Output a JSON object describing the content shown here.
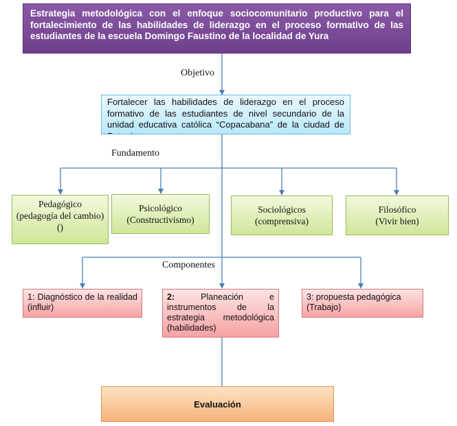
{
  "title": "Estrategia metodológica con el enfoque sociocomunitario productivo para el fortalecimiento de las habilidades de liderazgo en el proceso formativo de las estudiantes de la escuela Domingo Faustino de la localidad de Yura",
  "labels": {
    "objective": "Objetivo",
    "foundation": "Fundamento",
    "components": "Componentes"
  },
  "objective_text": "Fortalecer las habilidades de liderazgo en el proceso formativo de las estudiantes de nivel secundario de la unidad educativa católica “Copacabana” de la ciudad de Potosí",
  "foundations": [
    {
      "name": "Pedagógico",
      "detail": "(pedagogía del cambio)",
      "extra": "()"
    },
    {
      "name": "Psicológico",
      "detail": "(Constructivismo)"
    },
    {
      "name": "Sociológicos",
      "detail": "(comprensiva)"
    },
    {
      "name": "Filosófico",
      "detail": "(Vivir bien)"
    }
  ],
  "components": [
    {
      "text": "1: Diagnóstico de la realidad (influir)"
    },
    {
      "number": "2:",
      "text": "Planeación e instrumentos de la estrategia metodológica (habilidades)"
    },
    {
      "text": "3: propuesta pedagógica (Trabajo)"
    }
  ],
  "evaluation": "Evaluación",
  "colors": {
    "title_fill": "#7a4a98",
    "objective_fill": "#cdeffd",
    "foundation_fill": "#dff0b8",
    "component_fill": "#f8baba",
    "evaluation_fill": "#f9c594",
    "connector": "#4a7fb5"
  }
}
